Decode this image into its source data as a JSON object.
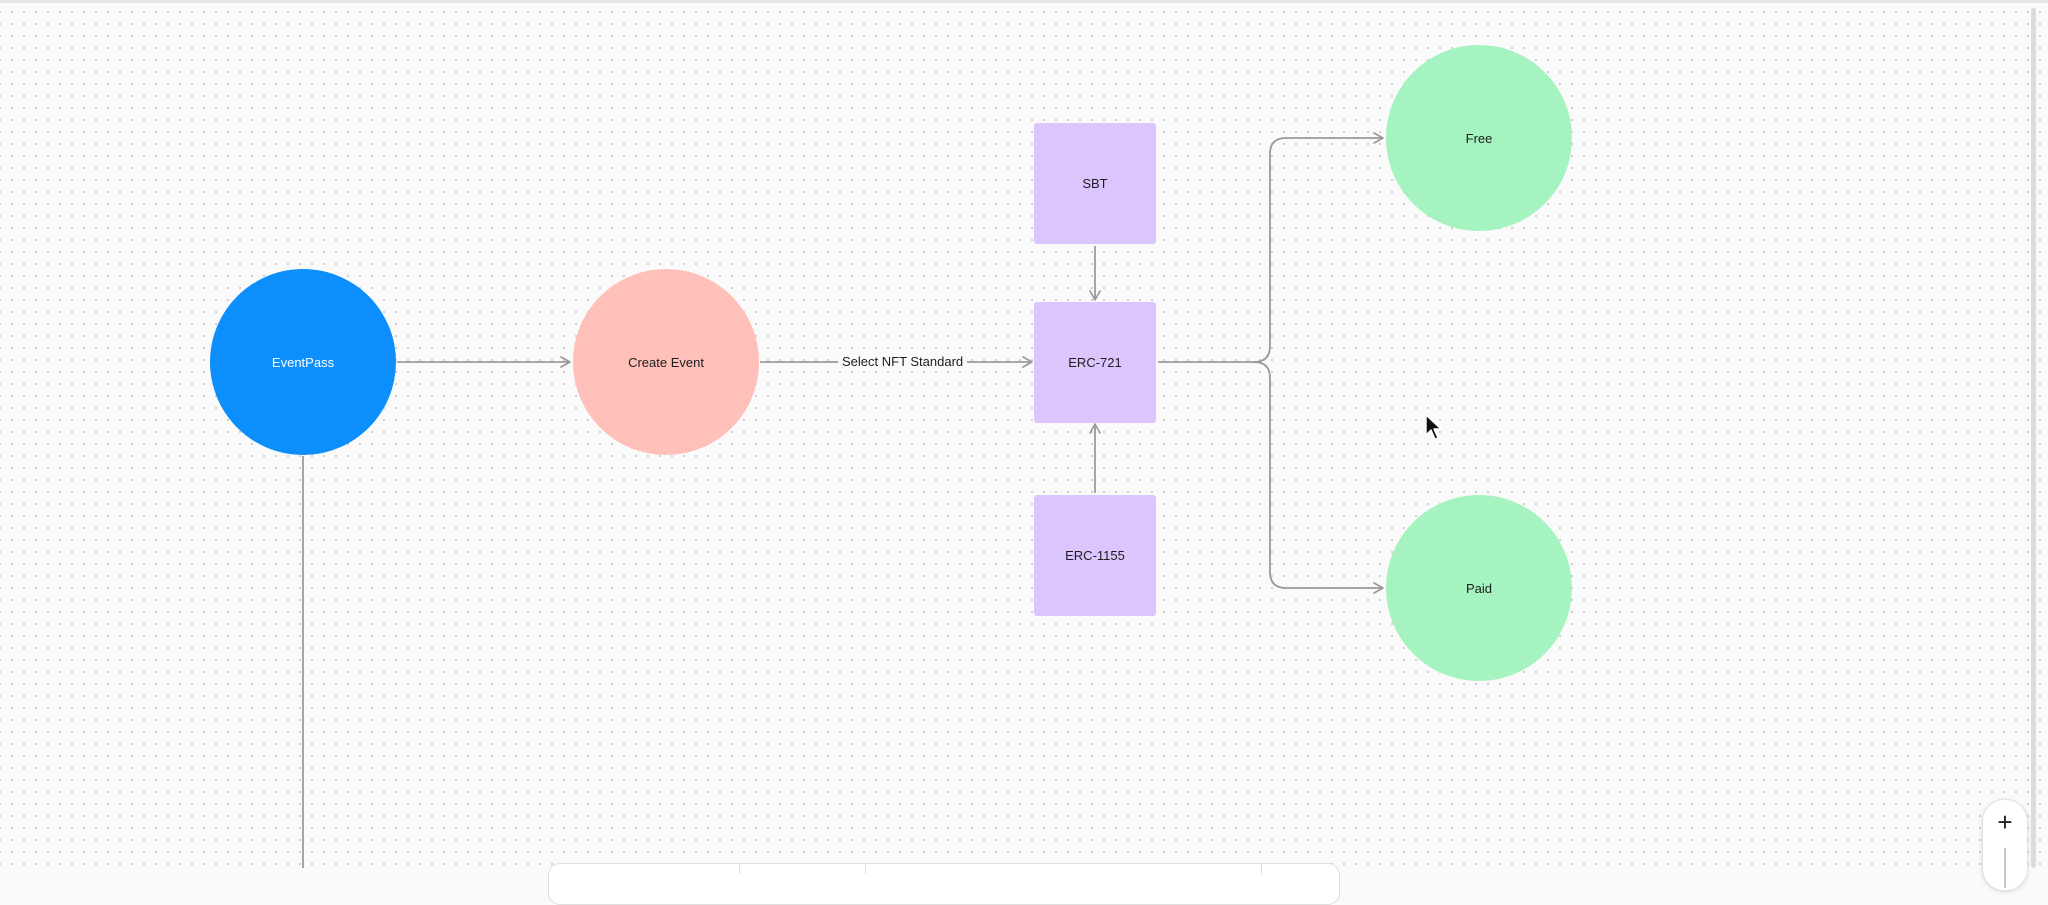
{
  "diagram": {
    "nodes": {
      "eventpass": {
        "label": "EventPass",
        "color": "#0c8ffd",
        "text_color": "#ffffff"
      },
      "create_event": {
        "label": "Create Event",
        "color": "#ffc0ba",
        "text_color": "#1d1d1f"
      },
      "sbt": {
        "label": "SBT",
        "color": "#dcc5fc",
        "text_color": "#1d1d1f"
      },
      "erc721": {
        "label": "ERC-721",
        "color": "#dcc5fc",
        "text_color": "#1d1d1f"
      },
      "erc1155": {
        "label": "ERC-1155",
        "color": "#dcc5fc",
        "text_color": "#1d1d1f"
      },
      "free": {
        "label": "Free",
        "color": "#a5f3c0",
        "text_color": "#1d1d1f"
      },
      "paid": {
        "label": "Paid",
        "color": "#a5f3c0",
        "text_color": "#1d1d1f"
      }
    },
    "edges": [
      {
        "from": "eventpass",
        "to": "create_event",
        "label": ""
      },
      {
        "from": "create_event",
        "to": "erc721",
        "label": "Select NFT Standard"
      },
      {
        "from": "sbt",
        "to": "erc721",
        "label": ""
      },
      {
        "from": "erc1155",
        "to": "erc721",
        "label": ""
      },
      {
        "from": "erc721",
        "to": "free",
        "label": ""
      },
      {
        "from": "erc721",
        "to": "paid",
        "label": ""
      },
      {
        "from": "eventpass",
        "to": "",
        "label": ""
      }
    ],
    "edge_color": "#9a9a9a"
  },
  "controls": {
    "zoom_in_label": "+",
    "zoom_in_icon": "plus-icon",
    "cursor_icon": "mouse-pointer-icon"
  }
}
